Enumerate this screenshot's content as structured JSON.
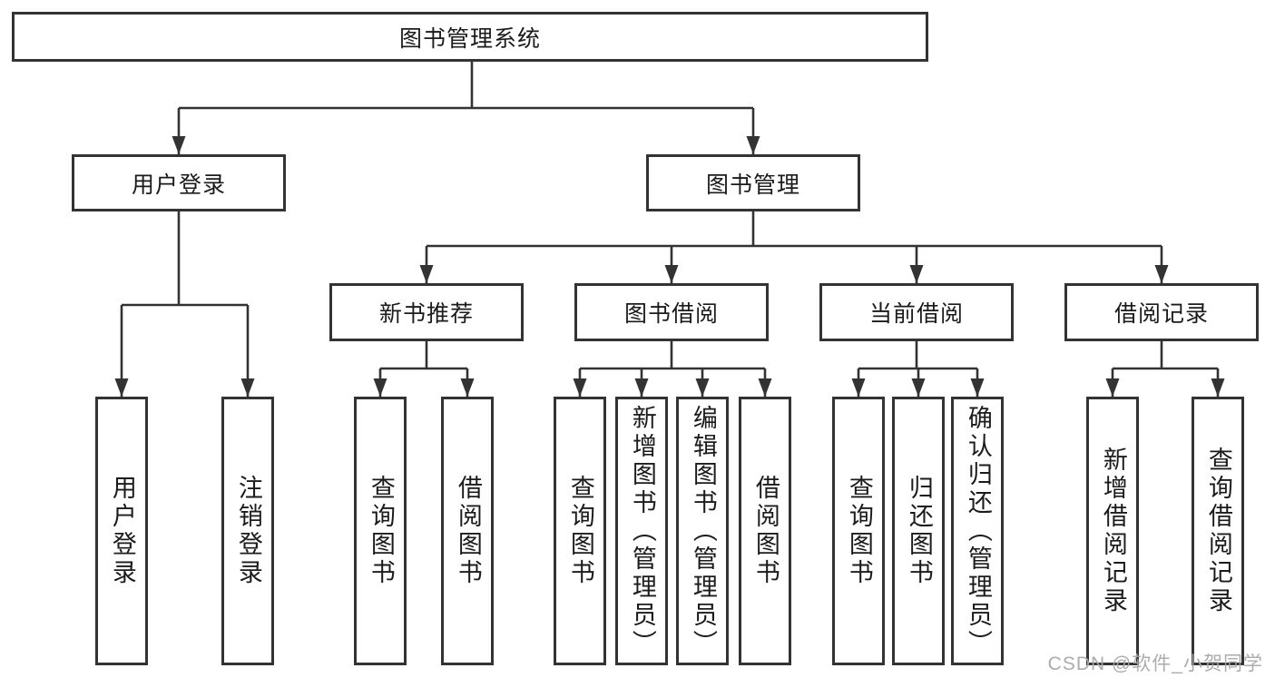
{
  "tree": {
    "label": "图书管理系统",
    "children": [
      {
        "label": "用户登录",
        "children": [
          {
            "label": "用户登录"
          },
          {
            "label": "注销登录"
          }
        ]
      },
      {
        "label": "图书管理",
        "children": [
          {
            "label": "新书推荐",
            "children": [
              {
                "label": "查询图书"
              },
              {
                "label": "借阅图书"
              }
            ]
          },
          {
            "label": "图书借阅",
            "children": [
              {
                "label": "查询图书"
              },
              {
                "label": "新增图书（管理员）"
              },
              {
                "label": "编辑图书（管理员）"
              },
              {
                "label": "借阅图书"
              }
            ]
          },
          {
            "label": "当前借阅",
            "children": [
              {
                "label": "查询图书"
              },
              {
                "label": "归还图书"
              },
              {
                "label": "确认归还（管理员）"
              }
            ]
          },
          {
            "label": "借阅记录",
            "children": [
              {
                "label": "新增借阅记录"
              },
              {
                "label": "查询借阅记录"
              }
            ]
          }
        ]
      }
    ]
  },
  "watermark": {
    "text": "CSDN @软件_小贺同学"
  },
  "colors": {
    "line": "#333333",
    "text": "#1b1b1b",
    "watermark": "#a8a8a8",
    "background": "#ffffff"
  }
}
